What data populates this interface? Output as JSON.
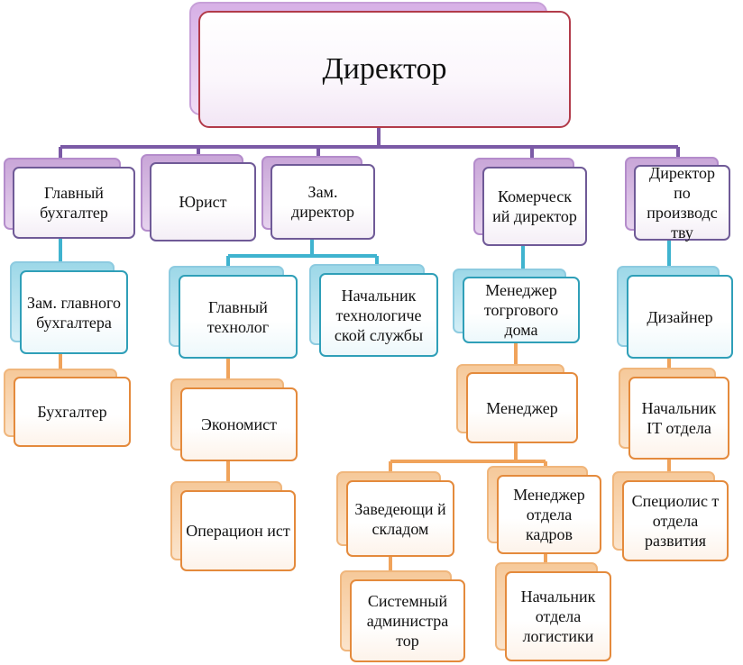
{
  "org": {
    "director": "Директор",
    "chief_accountant": "Главный бухгалтер",
    "lawyer": "Юрист",
    "deputy_director": "Зам. директор",
    "commercial_director": "Комерческ ий директор",
    "production_director": "Директор по производс тву",
    "deputy_chief_accountant": "Зам. главного бухгалтера",
    "accountant": "Бухгалтер",
    "chief_technologist": "Главный технолог",
    "head_tech_service": "Начальник технологиче ской службы",
    "economist": "Экономист",
    "operationist": "Операцион ист",
    "trade_house_manager": "Менеджер тогргового дома",
    "manager": "Менеджер",
    "warehouse_head": "Заведеющи й складом",
    "hr_manager": "Менеджер отдела кадров",
    "sysadmin": "Системный администра тор",
    "logistics_head": "Начальник отдела логистики",
    "designer": "Дизайнер",
    "it_head": "Начальник IT отдела",
    "dev_specialist": "Специолис т отдела развития"
  },
  "colors": {
    "connector_purple": "#7b5aa6",
    "connector_teal": "#3fb3cf",
    "connector_orange": "#f0a35b",
    "border_purple": "#6f5a97",
    "border_teal": "#2f9fb8",
    "border_orange": "#e48a3c",
    "border_root": "#b23b4a"
  }
}
